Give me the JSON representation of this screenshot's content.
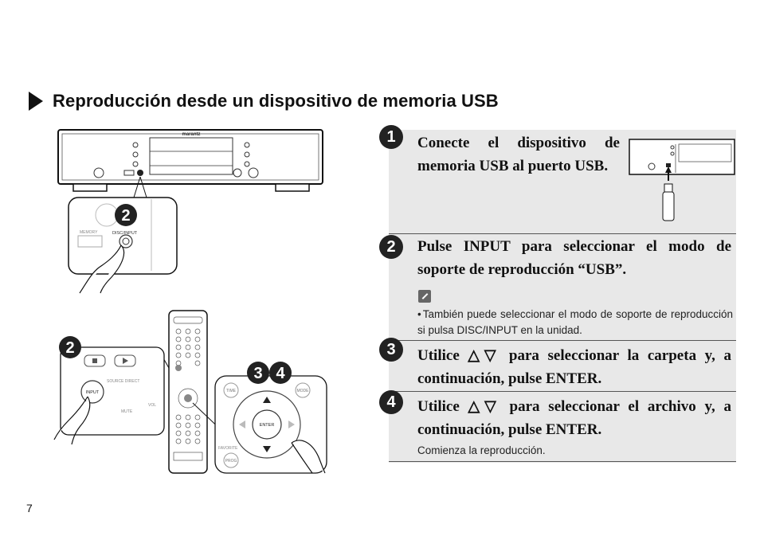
{
  "section": {
    "title": "Reproducción desde un dispositivo de memoria USB"
  },
  "illustrations": {
    "device_brand": "marantz",
    "device_labels": {
      "usb_port": "MEMORY",
      "disc_input": "DISC/INPUT"
    },
    "remote_labels": {
      "input": "INPUT",
      "source_direct": "SOURCE DIRECT",
      "mute": "MUTE",
      "vol": "VOL",
      "time": "TIME",
      "mode": "MODE",
      "enter": "ENTER",
      "favorite": "FAVORITE",
      "prog": "PROG"
    },
    "callouts": {
      "step2_device": "2",
      "step2_remote": "2",
      "step3": "3",
      "step4": "4"
    }
  },
  "steps": [
    {
      "number": "1",
      "text": "Conecte el dispositivo de memoria USB al puerto USB."
    },
    {
      "number": "2",
      "text": "Pulse INPUT para seleccionar el modo de soporte de reproducción “USB”."
    },
    {
      "number": "3",
      "text": "Utilice △▽ para seleccionar la carpeta y, a continuación, pulse ENTER."
    },
    {
      "number": "4",
      "text": "Utilice △▽ para seleccionar el archivo y, a continuación, pulse ENTER."
    }
  ],
  "note": {
    "icon": "pencil-note-icon",
    "bullet": "•",
    "text": "También puede seleccionar el modo de soporte de reproducción si pulsa DISC/INPUT en la unidad."
  },
  "result": "Comienza la reproducción.",
  "page_number": "7"
}
